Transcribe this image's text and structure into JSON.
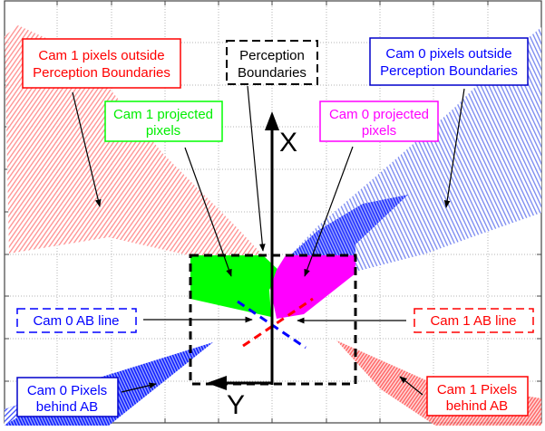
{
  "diagram": {
    "axes": {
      "x_label": "X",
      "y_label": "Y"
    },
    "colors": {
      "cam0": "#0000ff",
      "cam1": "#ff0000",
      "cam0_projected": "#ff00ff",
      "cam1_projected": "#00ff00",
      "cam0_outside": "#6f7fe8",
      "cam1_outside": "#ff9a9a",
      "boundary": "#000000",
      "grid": "#b0b0b0"
    },
    "annotations": {
      "cam1_outside": {
        "line1": "Cam 1 pixels outside",
        "line2": "Perception Boundaries"
      },
      "perception": {
        "line1": "Perception",
        "line2": "Boundaries"
      },
      "cam0_outside": {
        "line1": "Cam 0 pixels outside",
        "line2": "Perception Boundaries"
      },
      "cam1_projected": {
        "line1": "Cam 1 projected",
        "line2": "pixels"
      },
      "cam0_projected": {
        "line1": "Cam 0 projected",
        "line2": "pixels"
      },
      "cam0_ab": {
        "line1": "Cam 0 AB line"
      },
      "cam1_ab": {
        "line1": "Cam 1 AB line"
      },
      "cam0_behind": {
        "line1": "Cam 0 Pixels",
        "line2": "behind AB"
      },
      "cam1_behind": {
        "line1": "Cam 1 Pixels",
        "line2": "behind AB"
      }
    }
  }
}
